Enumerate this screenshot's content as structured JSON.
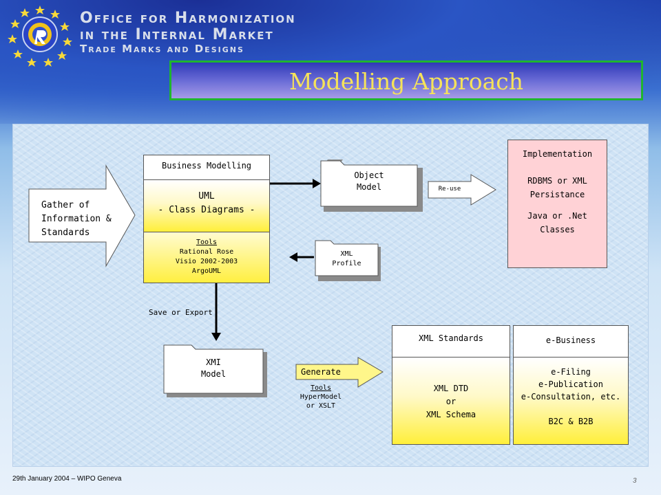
{
  "header": {
    "org_line1": "Office for Harmonization",
    "org_line2": "in the Internal Market",
    "org_line3": "Trade Marks and Designs",
    "title": "Modelling Approach"
  },
  "diagram": {
    "gather": [
      "Gather of",
      "Information &",
      "Standards"
    ],
    "business_modelling": {
      "header": "Business Modelling",
      "uml_line1": "UML",
      "uml_line2": "- Class Diagrams -",
      "tools_label": "Tools",
      "tools": [
        "Rational Rose",
        "Visio 2002-2003",
        "ArgoUML"
      ]
    },
    "object_model": [
      "Object",
      "Model"
    ],
    "xml_profile": [
      "XML",
      "Profile"
    ],
    "reuse": "Re-use",
    "implementation": {
      "header": "Implementation",
      "line1": "RDBMS or XML",
      "line2": "Persistance",
      "line3": "Java or .Net",
      "line4": "Classes"
    },
    "save_export": "Save or Export",
    "xmi_model": [
      "XMI",
      "Model"
    ],
    "generate": "Generate",
    "generate_tools_label": "Tools",
    "generate_tools": [
      "HyperModel",
      "or XSLT"
    ],
    "xml_standards": {
      "header": "XML Standards",
      "line1": "XML DTD",
      "line2": "or",
      "line3": "XML Schema"
    },
    "ebusiness": {
      "header": "e-Business",
      "line1": "e-Filing",
      "line2": "e-Publication",
      "line3": "e-Consultation, etc.",
      "line4": "B2C & B2B"
    }
  },
  "footer": {
    "date": "29th January 2004 – WIPO Geneva",
    "page": "3"
  },
  "colors": {
    "title_text": "#f5e25a",
    "title_border": "#1fb52e",
    "yellow": "#ffef3a",
    "pink": "#ffd2d6"
  }
}
